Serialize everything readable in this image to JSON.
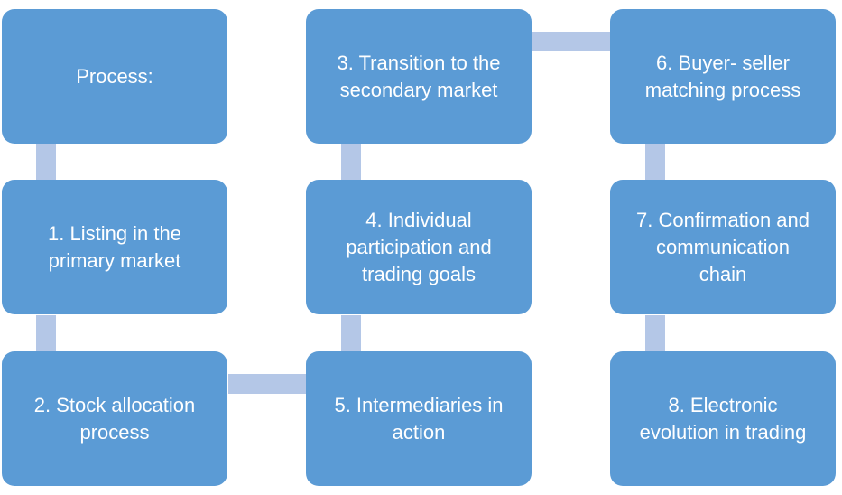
{
  "diagram": {
    "steps": [
      {
        "label": "Process:"
      },
      {
        "label": "1. Listing in the\nprimary market"
      },
      {
        "label": "2. Stock allocation\nprocess"
      },
      {
        "label": "3. Transition to the\nsecondary market"
      },
      {
        "label": "4. Individual\nparticipation and\ntrading goals"
      },
      {
        "label": "5. Intermediaries in\naction"
      },
      {
        "label": "6. Buyer- seller\nmatching process"
      },
      {
        "label": "7. Confirmation and\ncommunication\nchain"
      },
      {
        "label": "8. Electronic\nevolution in trading"
      }
    ],
    "colors": {
      "box": "#5b9bd5",
      "connector": "#b4c7e7",
      "text": "#ffffff"
    }
  }
}
